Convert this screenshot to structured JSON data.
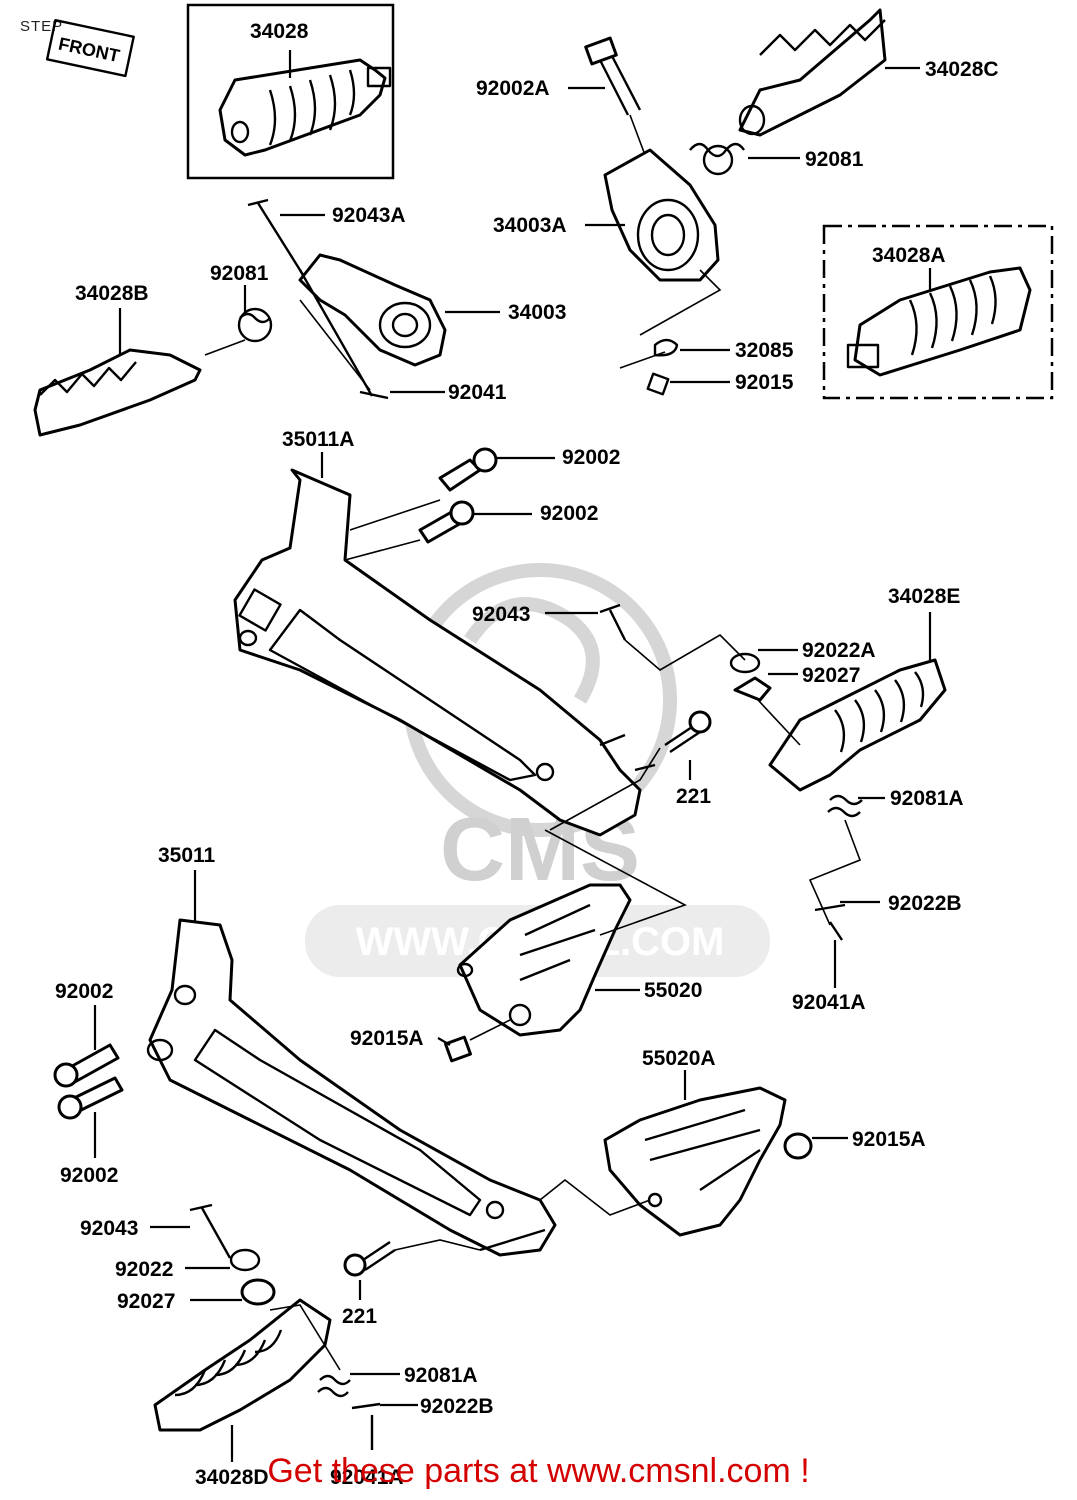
{
  "page": {
    "title": "STEP"
  },
  "front_mark": "FRONT",
  "watermark": {
    "logo_text": "CMS",
    "url_text": "WWW.CMSNL.COM"
  },
  "parts": {
    "p34028": "34028",
    "p34028C": "34028C",
    "p92002A": "92002A",
    "p92081_top": "92081",
    "p34003A": "34003A",
    "p92043A": "92043A",
    "p34028A": "34028A",
    "p34028B": "34028B",
    "p92081_left": "92081",
    "p34003": "34003",
    "p32085": "32085",
    "p92015": "92015",
    "p92041": "92041",
    "p35011A": "35011A",
    "p92002_a": "92002",
    "p92002_b": "92002",
    "p92043_upper": "92043",
    "p34028E": "34028E",
    "p92022A": "92022A",
    "p92027_upper": "92027",
    "p221_upper": "221",
    "p92081A_upper": "92081A",
    "p35011": "35011",
    "p92022B_upper": "92022B",
    "p55020": "55020",
    "p92002_c": "92002",
    "p92015A_left": "92015A",
    "p92041A_upper": "92041A",
    "p55020A": "55020A",
    "p92015A_right": "92015A",
    "p92002_d": "92002",
    "p92043_lower": "92043",
    "p92022": "92022",
    "p92027_lower": "92027",
    "p221_lower": "221",
    "p92081A_lower": "92081A",
    "p92022B_lower": "92022B",
    "p34028D": "34028D",
    "p92041A_lower": "92041A"
  },
  "footer": {
    "link_text": "Get these parts at www.cmsnl.com !"
  }
}
